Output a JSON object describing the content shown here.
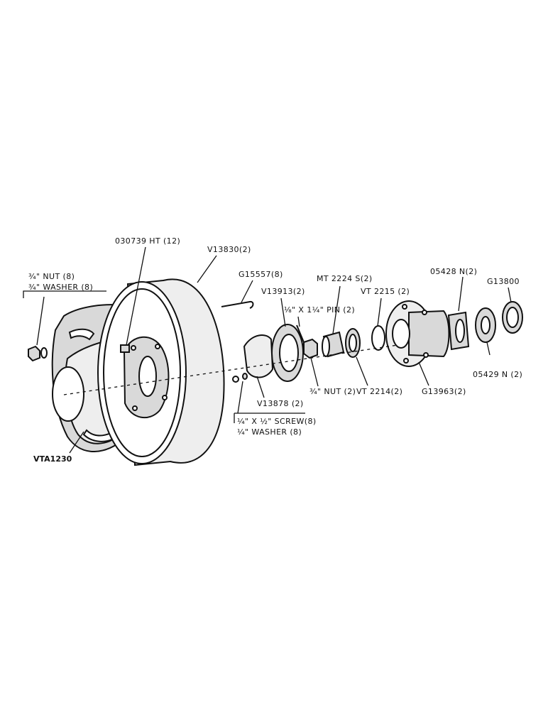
{
  "callouts": {
    "nut_8": "¾\" NUT (8)",
    "washer_8": "¾\" WASHER (8)",
    "bolt": "030739 HT (12)",
    "rim": "V13830(2)",
    "j_bolt": "G15557(8)",
    "gasket": "V13913(2)",
    "pin": "⅛\" X 1¼\" PIN (2)",
    "cone_outer": "MT 2224 S(2)",
    "cup_outer": "VT 2215 (2)",
    "cup_inner": "05428 N(2)",
    "seal": "G13800",
    "cup_inner_b": "05429 N (2)",
    "axle_nut": "¾\" NUT (2)",
    "cone_inner": "VT 2214(2)",
    "hub": "G13963(2)",
    "hubcap": "V13878 (2)",
    "screw": "¼\" X ½\" SCREW(8)",
    "washer_small": "¼\" WASHER (8)",
    "weight": "VTA1230"
  }
}
